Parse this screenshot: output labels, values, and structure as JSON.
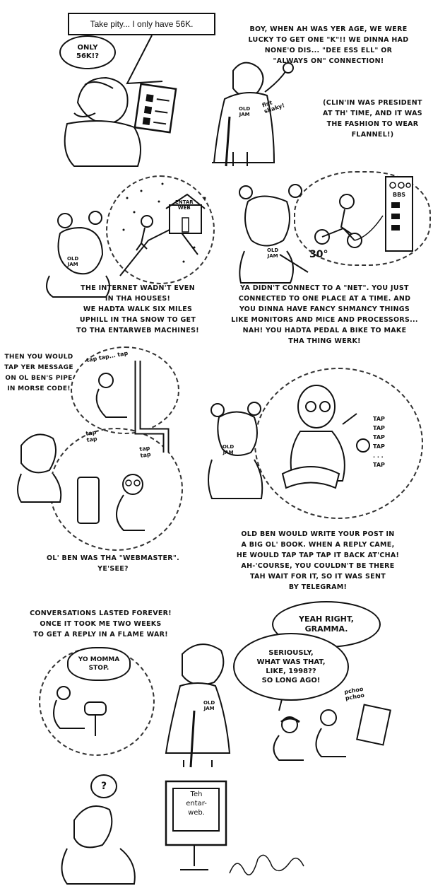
{
  "panel1": {
    "caption_box": "Take pity... I only have 56K.",
    "bubble": "ONLY\n56K!?",
    "narration": "BOY, WHEN AH WAS YER AGE, WE WERE\nLUCKY TO GET ONE \"K\"!! WE DINNA HAD\nNONE'O DIS... \"DEE ESS ELL\" OR\n\"ALWAYS ON\" CONNECTION!",
    "aside": "(CLIN'IN WAS PRESIDENT\nAT TH' TIME, AND IT WAS\nTHE FASHION TO WEAR\nFLANNEL!)",
    "fist_label": "fist\nshaky!",
    "badge": "OLD\nJAM"
  },
  "panel2": {
    "sign": "ENTAR\nWEB",
    "badge": "OLD\nJAM",
    "narration": "THE INTERNET WADN'T EVEN\nIN THA HOUSES!\nWE HADTA WALK SIX MILES\nUPHILL IN THA SNOW TO GET\nTO THA ENTARWEB MACHINES!"
  },
  "panel3": {
    "bbs_label": "BBS",
    "temp": "30°",
    "badge": "OLD\nJAM",
    "narration": "YA DIDN'T CONNECT TO A \"NET\". YOU JUST\nCONNECTED TO ONE PLACE AT A TIME. AND\nYOU DINNA HAVE FANCY SHMANCY THINGS\nLIKE MONITORS AND MICE AND PROCESSORS...\nNAH! YOU HADTA PEDAL A BIKE TO MAKE\nTHA THING WERK!"
  },
  "panel4": {
    "narration_top": "THEN YOU WOULD\nTAP YER MESSAGE\nON OL BEN'S PIPE\nIN MORSE CODE!",
    "tap_top": "tap tap... tap",
    "tap_pipe": "tap\ntap",
    "tap_bottom": "tap\ntap",
    "narration_bottom": "OL' BEN WAS THA \"WEBMASTER\".\nYE'SEE?"
  },
  "panel5": {
    "taps": "TAP\nTAP\nTAP\nTAP\n. . .\nTAP",
    "badge": "OLD\nJAM",
    "narration": "OLD BEN WOULD WRITE YOUR POST IN\nA BIG OL' BOOK. WHEN A REPLY CAME,\nHE WOULD TAP TAP TAP IT BACK AT'CHA!\nAH-'COURSE, YOU COULDN'T BE THERE\nTAH WAIT FOR IT, SO IT WAS SENT\nBY TELEGRAM!"
  },
  "panel6": {
    "narration": "CONVERSATIONS LASTED FOREVER!\nONCE IT TOOK ME TWO WEEKS\nTO GET A REPLY IN A FLAME WAR!",
    "letter": "YO MOMMA\nSTOP.",
    "badge": "OLD\nJAM",
    "bubble_top": "YEAH RIGHT,\nGRAMMA.",
    "bubble_mid": "SERIOUSLY,\nWHAT WAS THAT,\nLIKE, 1998??\nSO LONG AGO!",
    "sfx": "pchoo\npchoo"
  },
  "panel7": {
    "thought": "?",
    "screen": "Teh\nentar-\nweb."
  }
}
